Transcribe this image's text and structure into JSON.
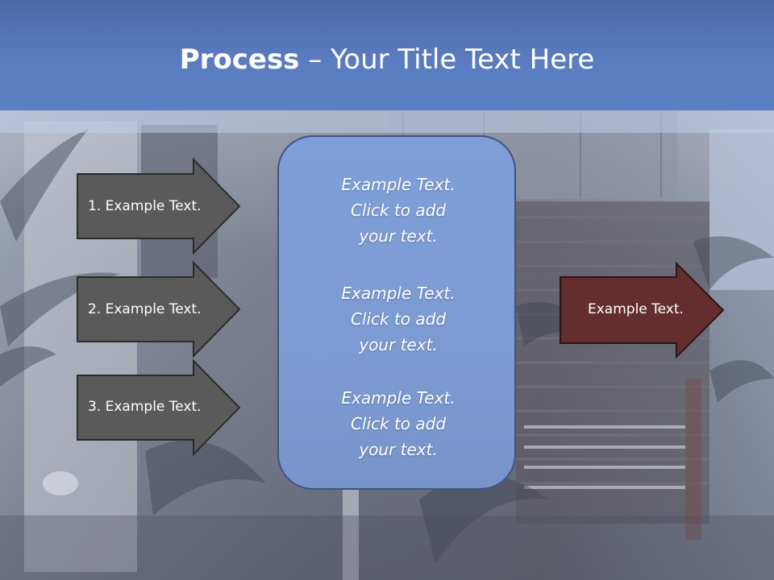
{
  "title": {
    "bold": "Process",
    "rest": " – Your Title Text Here"
  },
  "left_arrows": [
    {
      "label": "1. Example Text."
    },
    {
      "label": "2. Example Text."
    },
    {
      "label": "3. Example Text."
    }
  ],
  "center_blocks": [
    {
      "line1": "Example Text.",
      "line2": "Click  to add",
      "line3": "your text."
    },
    {
      "line1": "Example Text.",
      "line2": "Click  to add",
      "line3": "your text."
    },
    {
      "line1": "Example Text.",
      "line2": "Click  to add",
      "line3": "your text."
    }
  ],
  "right_arrow": {
    "label": "Example Text."
  },
  "colors": {
    "title_band": "#5a7cc0",
    "left_arrow_fill": "#5a5a5a",
    "right_arrow_fill": "#642e2e",
    "center_box_fill": "#7f9fd9",
    "text": "#ffffff"
  }
}
